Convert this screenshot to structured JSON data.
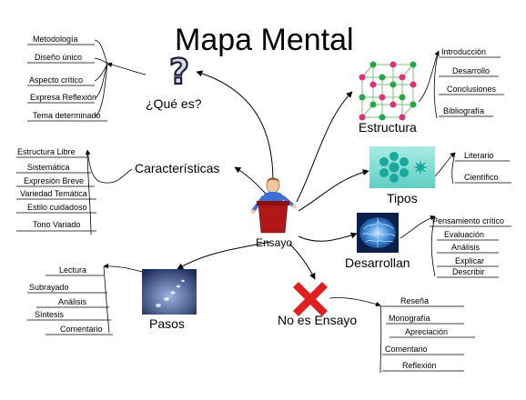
{
  "title": "Mapa Mental",
  "center": {
    "label": "Ensayo",
    "icon": "speaker-at-podium-icon"
  },
  "branches": [
    {
      "id": "que-es",
      "label": "¿Qué es?",
      "icon": "question-mark-icon",
      "items": [
        "Metodología",
        "Diseño único",
        "Aspecto crítico",
        "Expresa Reflexión",
        "Tema determinado"
      ]
    },
    {
      "id": "caracteristicas",
      "label": "Características",
      "items": [
        "Estructura Libre",
        "Sistemática",
        "Expresión Breve",
        "Variedad Temática",
        "Estilo cuidadoso",
        "Tono Variado"
      ]
    },
    {
      "id": "pasos",
      "label": "Pasos",
      "icon": "footprints-picture-icon",
      "items": [
        "Lectura",
        "Subrayado",
        "Análisis",
        "Síntesis",
        "Comentario"
      ]
    },
    {
      "id": "no-es-ensayo",
      "label": "No es Ensayo",
      "icon": "red-x-icon",
      "items": [
        "Reseña",
        "Monografía",
        "Apreciación",
        "Comentario",
        "Reflexión"
      ]
    },
    {
      "id": "desarrollan",
      "label": "Desarrollan",
      "icon": "brain-icon",
      "items": [
        "Pensamiento crítico",
        "Evaluación",
        "Análisis",
        "Explicar",
        "Describir"
      ]
    },
    {
      "id": "tipos",
      "label": "Tipos",
      "icon": "molecule-icon",
      "items": [
        "Literario",
        "Científico"
      ]
    },
    {
      "id": "estructura",
      "label": "Estructura",
      "icon": "lattice-cube-icon",
      "items": [
        "Introducción",
        "Desarrollo",
        "Conclusiones",
        "Bibliografía"
      ]
    }
  ],
  "colors": {
    "x_mark": "#e02020",
    "tipos_icon": "#1aa89a",
    "brain": "#2a6fc9",
    "lattice_node": "#e0307a",
    "lattice_node_alt": "#22a844",
    "podium": "#b01818",
    "sky": "#6a7fb5"
  }
}
